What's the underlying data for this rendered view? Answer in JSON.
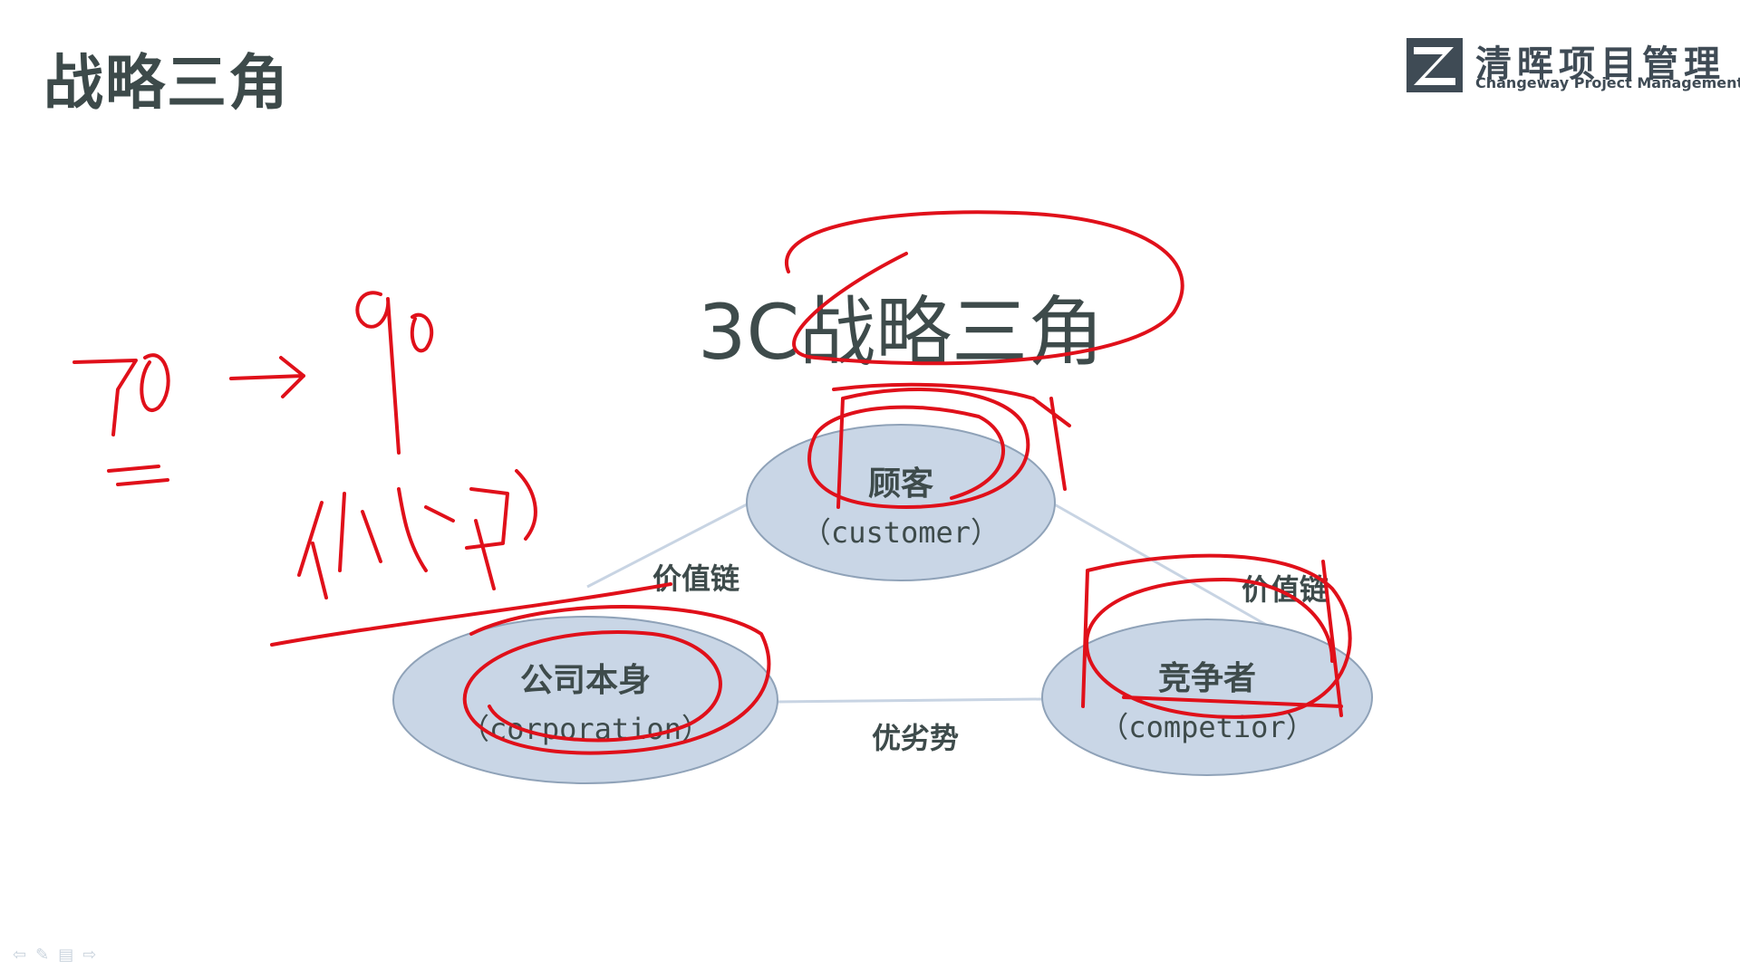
{
  "slide": {
    "title": "战略三角"
  },
  "logo": {
    "name_cn": "清晖项目管理",
    "name_en": "Changeway Project Management"
  },
  "diagram": {
    "title": "3C战略三角",
    "nodes": {
      "customer": {
        "cn": "顾客",
        "en": "（customer）"
      },
      "corporation": {
        "cn": "公司本身",
        "en": "（corporation）"
      },
      "competitor": {
        "cn": "竞争者",
        "en": "（competior）"
      }
    },
    "edges": {
      "left": "价值链",
      "right": "价值链",
      "bottom": "优劣势"
    }
  },
  "colors": {
    "ellipse_fill": "#c9d6e6",
    "ellipse_stroke": "#8fa2b8",
    "connector": "#c8d4e3",
    "annotation_ink": "#e0101a",
    "title_text": "#3e4b4b"
  },
  "icons": [
    "prev-arrow-icon",
    "pen-icon",
    "menu-icon",
    "next-arrow-icon"
  ]
}
